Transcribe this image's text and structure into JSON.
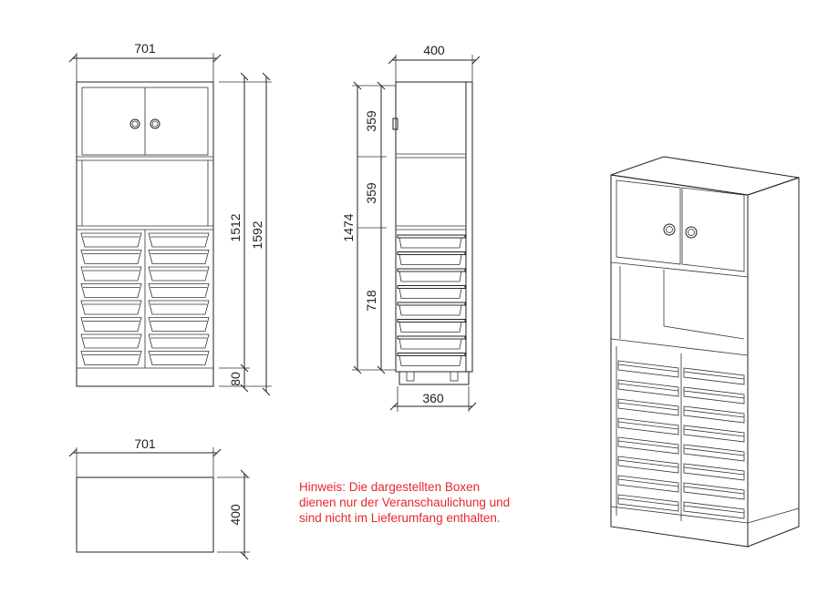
{
  "dimensions": {
    "front_width": "701",
    "front_height_body": "1512",
    "front_height_total": "1592",
    "front_plinth": "80",
    "side_depth": "400",
    "side_inner_height": "1474",
    "side_top_section": "359",
    "side_mid_section": "359",
    "side_bottom_section": "718",
    "side_inner_depth": "360",
    "top_width": "701",
    "top_depth": "400"
  },
  "note": {
    "line1": "Hinweis: Die dargestellten Boxen",
    "line2": "dienen nur der Veranschaulichung und",
    "line3": "sind nicht im Lieferumfang enthalten."
  },
  "colors": {
    "note": "#e8262d",
    "line": "#222222"
  }
}
